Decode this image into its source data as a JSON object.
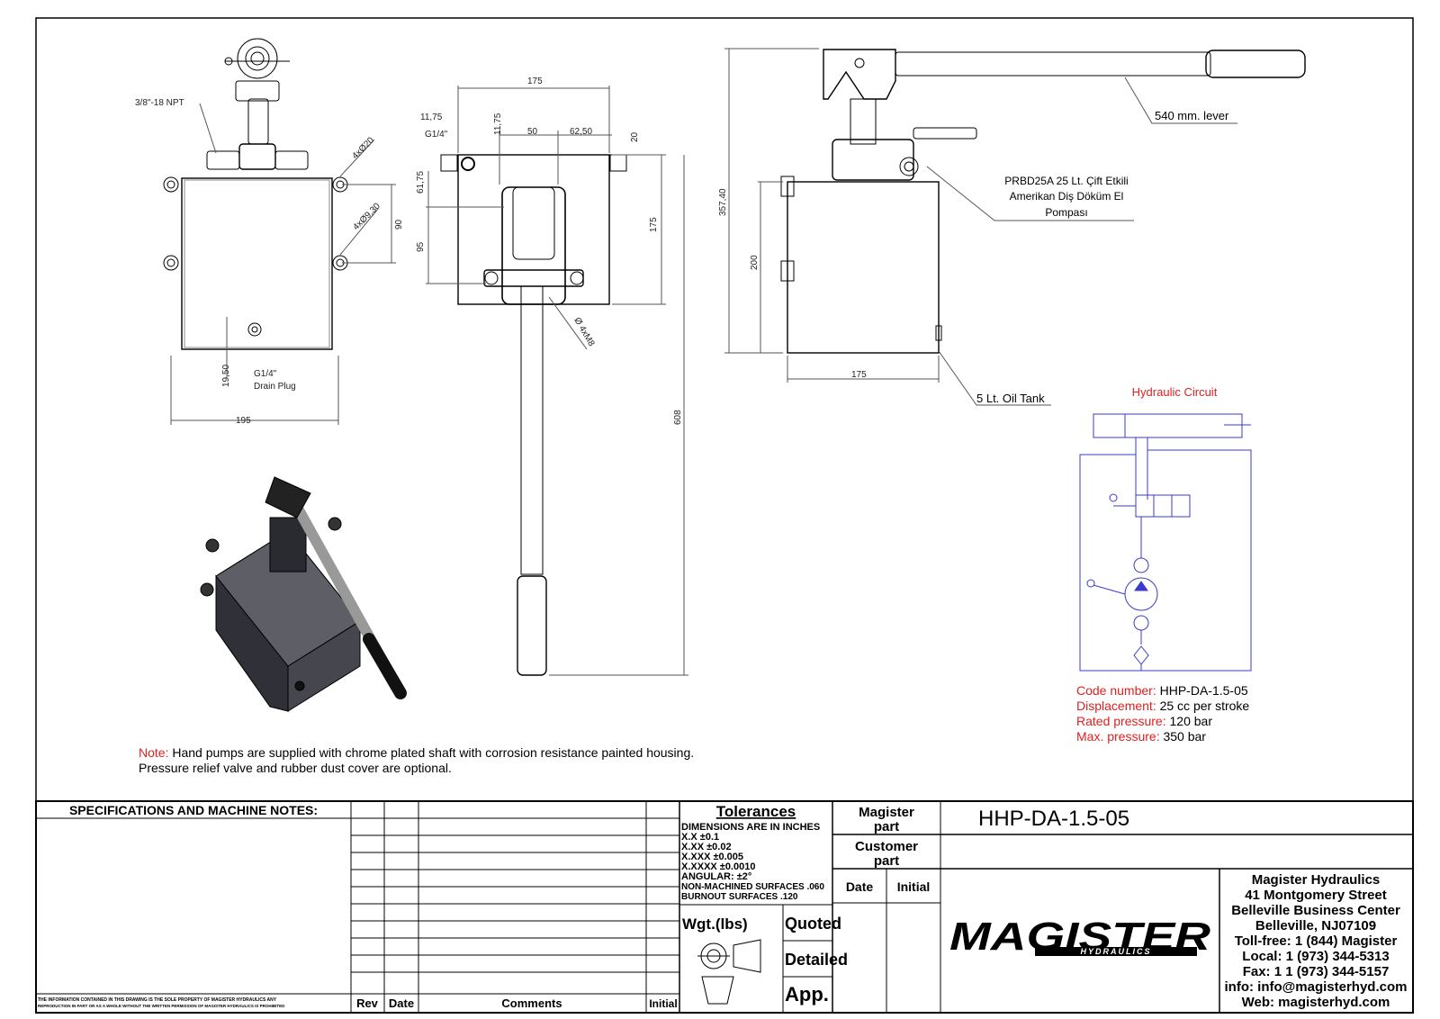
{
  "views": {
    "top": {
      "port_label": "3/8\"-18 NPT",
      "hole_a": "4xØ20",
      "hole_b": "4xØ9,30",
      "dim_90": "90",
      "dim_1950": "19,50",
      "drain1": "G1/4\"",
      "drain2": "Drain Plug",
      "width": "195"
    },
    "front": {
      "top_width": "175",
      "d1175a": "11,75",
      "d1175b": "11,75",
      "g14": "G1/4\"",
      "d50": "50",
      "d6250": "62,50",
      "d20": "20",
      "d6175": "61,75",
      "d95": "95",
      "d175v": "175",
      "mount": "Ø 4xM8",
      "d608": "608"
    },
    "side": {
      "d35740": "357,40",
      "d200": "200",
      "d175": "175",
      "lever": "540 mm. lever",
      "pump1": "PRBD25A 25 Lt. Çift Etkili",
      "pump2": "Amerikan Diş Döküm El",
      "pump3": "Pompası",
      "tank": "5 Lt. Oil Tank"
    }
  },
  "circuit": {
    "title": "Hydraulic Circuit",
    "color": "#3a3ad0"
  },
  "specs": [
    {
      "label": "Code number:",
      "value": "HHP-DA-1.5-05"
    },
    {
      "label": "Displacement:",
      "value": "25 cc per stroke"
    },
    {
      "label": "Rated pressure:",
      "value": "120 bar"
    },
    {
      "label": "Max. pressure:",
      "value": "350 bar"
    }
  ],
  "note": {
    "label": "Note:",
    "line1": "Hand pumps are supplied with chrome plated shaft with corrosion resistance painted housing.",
    "line2": "Pressure relief valve and rubber dust cover are optional."
  },
  "title_block": {
    "spec_header": "SPECIFICATIONS AND MACHINE NOTES:",
    "disclaimer1": "THE INFORMATION CONTAINED IN THIS DRAWING IS THE SOLE PROPERTY OF MAGISTER HYDRAULICS ANY",
    "disclaimer2": "REPRODUCTION IN PART OR AS A WHOLE WITHOUT THE WRITTEN PERMISSION OF MAGISTER HYDRAULICS IS PROHIBITED",
    "rev": "Rev",
    "date": "Date",
    "comments": "Comments",
    "initial": "Initial",
    "tolerances": "Tolerances",
    "tol_lines": [
      "DIMENSIONS ARE IN INCHES",
      "X.X ±0.1",
      "X.XX ±0.02",
      "X.XXX ±0.005",
      "X.XXXX ±0.0010",
      "ANGULAR: ±2°",
      "NON-MACHINED SURFACES .060",
      "BURNOUT SURFACES .120"
    ],
    "wgt": "Wgt.(lbs)",
    "quoted": "Quoted",
    "detailed": "Detailed",
    "app": "App.",
    "magister_part1": "Magister",
    "magister_part2": "part",
    "customer_part1": "Customer",
    "customer_part2": "part",
    "date2": "Date",
    "initial2": "Initial",
    "part_number": "HHP-DA-1.5-05",
    "logo_main": "MAGISTER",
    "logo_sub": "HYDRAULICS",
    "company": [
      "Magister Hydraulics",
      "41 Montgomery Street",
      "Belleville Business Center",
      "Belleville, NJ07109",
      "Toll-free: 1 (844) Magister",
      "Local: 1 (973) 344-5313",
      "Fax: 1 1 (973) 344-5157",
      "info: info@magisterhyd.com",
      "Web: magisterhyd.com"
    ]
  }
}
